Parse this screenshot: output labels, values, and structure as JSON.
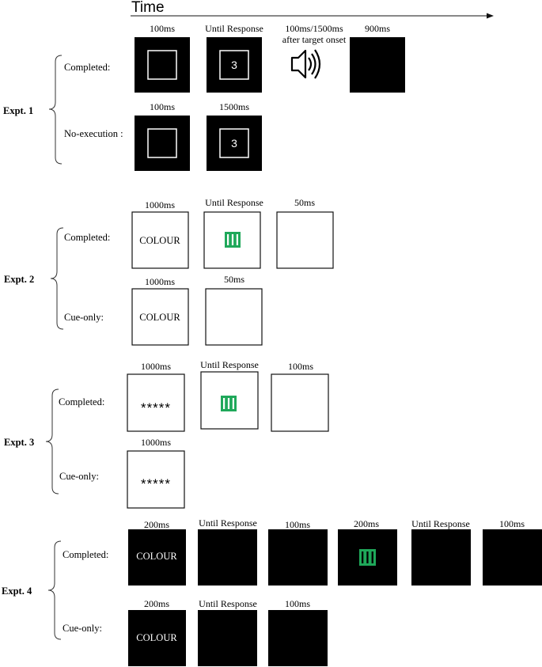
{
  "axis": {
    "time_label": "Time"
  },
  "colors": {
    "stimulus_green": "#1fa85a",
    "screen_black": "#000000",
    "outline": "#111111"
  },
  "experiments": [
    {
      "label": "Expt. 1",
      "rows": [
        {
          "condition": "Completed:",
          "frames": [
            {
              "duration": "100ms",
              "content": "empty-square"
            },
            {
              "duration": "Until Response",
              "content": "digit",
              "text": "3"
            },
            {
              "duration": "100ms/1500ms",
              "duration_line2": "after target onset",
              "content": "speaker-icon"
            },
            {
              "duration": "900ms",
              "content": "blank"
            }
          ]
        },
        {
          "condition": "No-execution :",
          "frames": [
            {
              "duration": "100ms",
              "content": "empty-square"
            },
            {
              "duration": "1500ms",
              "content": "digit",
              "text": "3"
            }
          ]
        }
      ]
    },
    {
      "label": "Expt. 2",
      "rows": [
        {
          "condition": "Completed:",
          "frames": [
            {
              "duration": "1000ms",
              "content": "word",
              "text": "COLOUR"
            },
            {
              "duration": "Until Response",
              "content": "green-bars"
            },
            {
              "duration": "50ms",
              "content": "blank"
            }
          ]
        },
        {
          "condition": "Cue-only:",
          "frames": [
            {
              "duration": "1000ms",
              "content": "word",
              "text": "COLOUR"
            },
            {
              "duration": "50ms",
              "content": "blank"
            }
          ]
        }
      ]
    },
    {
      "label": "Expt. 3",
      "rows": [
        {
          "condition": "Completed:",
          "frames": [
            {
              "duration": "1000ms",
              "content": "stars",
              "text": "*****"
            },
            {
              "duration": "Until Response",
              "content": "green-bars"
            },
            {
              "duration": "100ms",
              "content": "blank"
            }
          ]
        },
        {
          "condition": "Cue-only:",
          "frames": [
            {
              "duration": "1000ms",
              "content": "stars",
              "text": "*****"
            }
          ]
        }
      ]
    },
    {
      "label": "Expt. 4",
      "rows": [
        {
          "condition": "Completed:",
          "frames": [
            {
              "duration": "200ms",
              "content": "word",
              "text": "COLOUR"
            },
            {
              "duration": "Until Response",
              "content": "blank"
            },
            {
              "duration": "100ms",
              "content": "blank"
            },
            {
              "duration": "200ms",
              "content": "green-bars"
            },
            {
              "duration": "Until Response",
              "content": "blank"
            },
            {
              "duration": "100ms",
              "content": "blank"
            }
          ]
        },
        {
          "condition": "Cue-only:",
          "frames": [
            {
              "duration": "200ms",
              "content": "word",
              "text": "COLOUR"
            },
            {
              "duration": "Until Response",
              "content": "blank"
            },
            {
              "duration": "100ms",
              "content": "blank"
            }
          ]
        }
      ]
    }
  ]
}
